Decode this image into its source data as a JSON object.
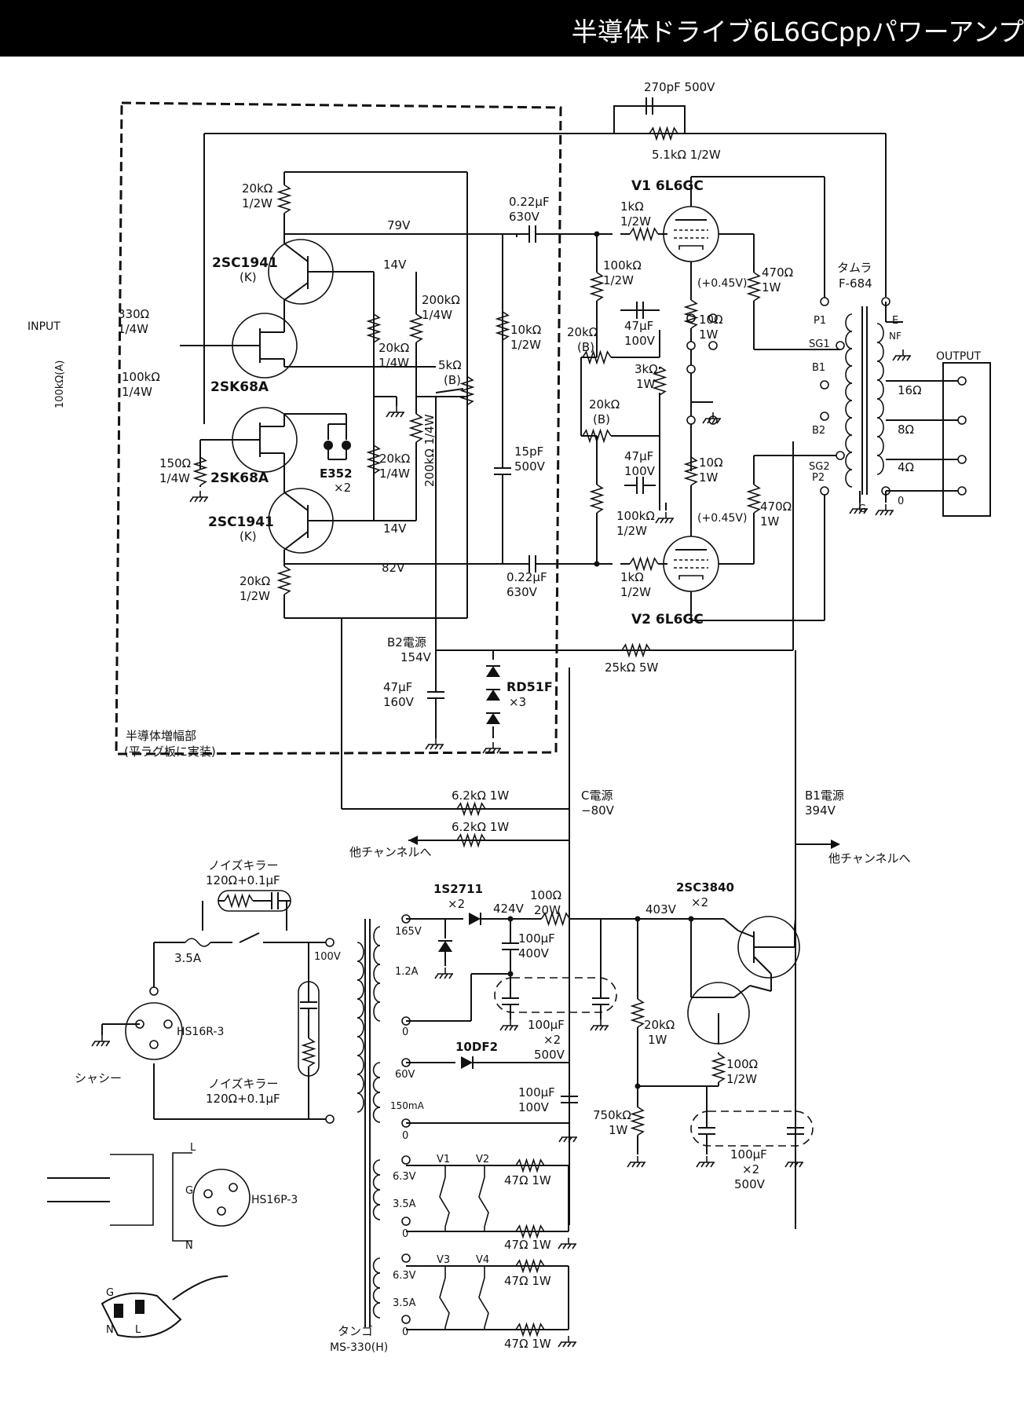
{
  "header": {
    "title": "半導体ドライブ6L6GCppパワーアンプ"
  },
  "labels": {
    "c_fb": "270pF 500V",
    "r_fb": "5.1kΩ 1/2W",
    "v1": "V1 6L6GC",
    "v2": "V2 6L6GC",
    "r20k_top_a": "20kΩ",
    "r20k_top_b": "1/2W",
    "v79": "79V",
    "c022_top_a": "0.22μF",
    "c022_top_b": "630V",
    "r1k_top_a": "1kΩ",
    "r1k_top_b": "1/2W",
    "q1": "2SC1941",
    "q1k": "(K)",
    "v14_top": "14V",
    "r200k_a": "200kΩ",
    "r200k_b": "1/4W",
    "r100k_g1_a": "100kΩ",
    "r100k_g1_b": "1/2W",
    "v045_top": "(+0.45V)",
    "r470_top_a": "470Ω",
    "r470_top_b": "1W",
    "tamura_a": "タムラ",
    "tamura_b": "F-684",
    "input": "INPUT",
    "r330_a": "330Ω",
    "r330_b": "1/4W",
    "vol_a": "100kΩ(A)",
    "r100k_in_a": "100kΩ",
    "r100k_in_b": "1/4W",
    "j1": "2SK68A",
    "r20k_mid_a": "20kΩ",
    "r20k_mid_b": "1/4W",
    "r5k_a": "5kΩ",
    "r5k_b": "(B)",
    "r10k_a": "10kΩ",
    "r10k_b": "1/2W",
    "vr20k_a": "20kΩ",
    "vr20k_b": "(B)",
    "c47_top_a": "47μF",
    "c47_top_b": "100V",
    "r3k_a": "3kΩ",
    "r3k_b": "1W",
    "r10_a_a": "10Ω",
    "r10_a_b": "1W",
    "output": "OUTPUT",
    "o16": "16Ω",
    "o8": "8Ω",
    "o4": "4Ω",
    "o0": "0",
    "t_p1": "P1",
    "t_sg1": "SG1",
    "t_b1": "B1",
    "t_b2": "B2",
    "t_sg2": "SG2",
    "t_p2": "P2",
    "t_e": "E",
    "t_nf": "NF",
    "t_g": "G",
    "r150_a": "150Ω",
    "r150_b": "1/4W",
    "j2": "2SK68A",
    "e352_a": "E352",
    "e352_b": "×2",
    "r20k_l_a": "20kΩ",
    "r20k_l_b": "1/4W",
    "r200k_l": "200kΩ 1/4W",
    "c15p_a": "15pF",
    "c15p_b": "500V",
    "vr20k2_a": "20kΩ",
    "vr20k2_b": "(B)",
    "c47_bot_a": "47μF",
    "c47_bot_b": "100V",
    "r10_b_a": "10Ω",
    "r10_b_b": "1W",
    "q2": "2SC1941",
    "q2k": "(K)",
    "v14_bot": "14V",
    "r100k_g2_a": "100kΩ",
    "r100k_g2_b": "1/2W",
    "v045_bot": "(+0.45V)",
    "r470_bot_a": "470Ω",
    "r470_bot_b": "1W",
    "r20k_bot_a": "20kΩ",
    "r20k_bot_b": "1/2W",
    "v82": "82V",
    "c022_bot_a": "0.22μF",
    "c022_bot_b": "630V",
    "r1k_bot_a": "1kΩ",
    "r1k_bot_b": "1/2W",
    "b2_a": "B2電源",
    "b2_b": "154V",
    "r25k": "25kΩ 5W",
    "c47_160_a": "47μF",
    "c47_160_b": "160V",
    "rd51f_a": "RD51F",
    "rd51f_b": "×3",
    "box_a": "半導体増幅部",
    "box_b": "(平ラグ板に実装)",
    "r62k_1": "6.2kΩ 1W",
    "r62k_2": "6.2kΩ 1W",
    "c_src_a": "C電源",
    "c_src_b": "−80V",
    "b1_a": "B1電源",
    "b1_b": "394V",
    "other_ch_l": "他チャンネルへ",
    "other_ch_r": "他チャンネルへ",
    "noise_top_a": "ノイズキラー",
    "noise_top_b": "120Ω+0.1μF",
    "fuse": "3.5A",
    "d1s2711_a": "1S2711",
    "d1s2711_b": "×2",
    "v424": "424V",
    "r100_a": "100Ω",
    "r100_b": "20W",
    "v403": "403V",
    "q3_a": "2SC3840",
    "q3_b": "×2",
    "c100_400_a": "100μF",
    "c100_400_b": "400V",
    "t165": "165V",
    "t12a": "1.2A",
    "t100": "100V",
    "t0a": "0",
    "hs16r": "HS16R-3",
    "chassis": "シャシー",
    "noise_bot_a": "ノイズキラー",
    "noise_bot_b": "120Ω+0.1μF",
    "c100_500_a": "100μF",
    "c100_500_b": "×2",
    "c100_500_c": "500V",
    "r20k_reg_a": "20kΩ",
    "r20k_reg_b": "1W",
    "r100_reg_a": "100Ω",
    "r100_reg_b": "1/2W",
    "d10df2": "10DF2",
    "t60": "60V",
    "t150ma": "150mA",
    "t0b": "0",
    "c100_100_a": "100μF",
    "c100_100_b": "100V",
    "r750k_a": "750kΩ",
    "r750k_b": "1W",
    "c100_500b_a": "100μF",
    "c100_500b_b": "×2",
    "c100_500b_c": "500V",
    "h1_v": "6.3V",
    "h1_a": "3.5A",
    "h1_0": "0",
    "h2_v": "6.3V",
    "h2_a": "3.5A",
    "h2_0": "0",
    "hv1": "V1",
    "hv2": "V2",
    "hv3": "V3",
    "hv4": "V4",
    "r47_1": "47Ω 1W",
    "r47_2": "47Ω 1W",
    "r47_3": "47Ω 1W",
    "r47_4": "47Ω 1W",
    "hs16p": "HS16P-3",
    "plug_l": "L",
    "plug_g": "G",
    "plug_n": "N",
    "plug2_g": "G",
    "plug2_n": "N",
    "plug2_l": "L",
    "tango_a": "タンゴ",
    "tango_b": "MS-330(H)"
  }
}
